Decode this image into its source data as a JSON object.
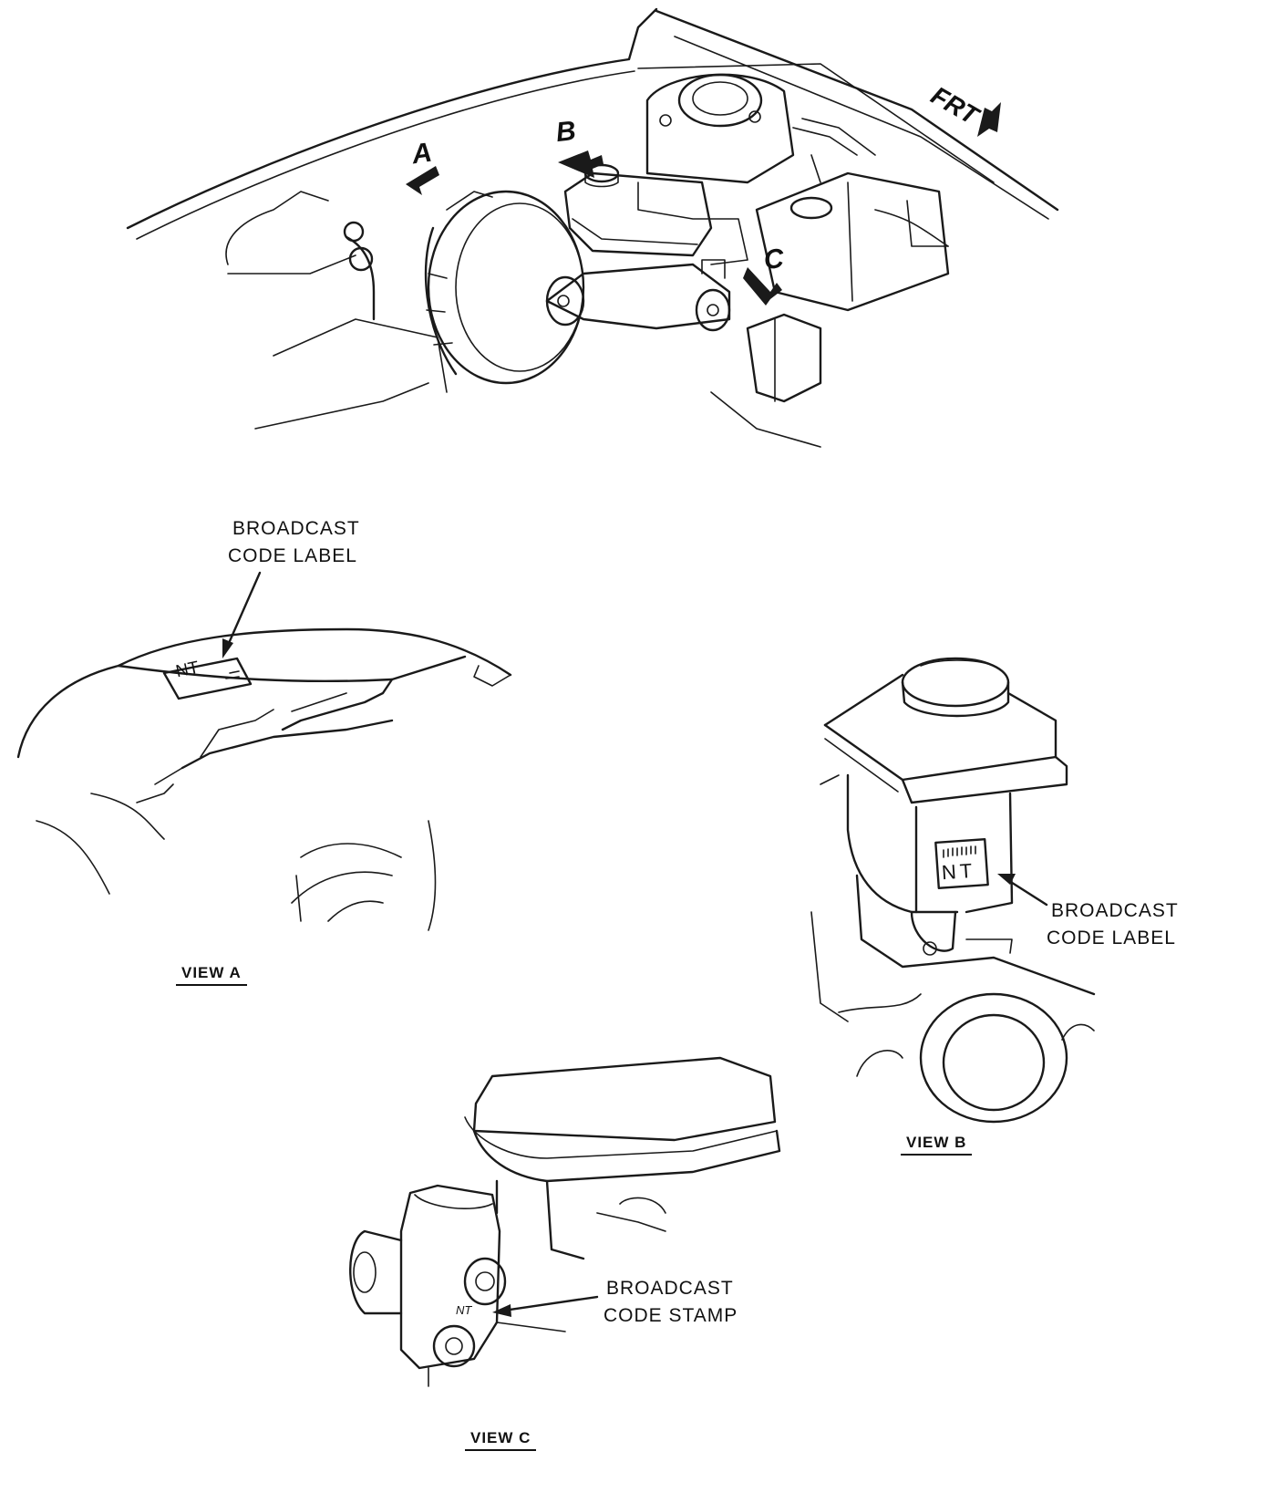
{
  "overview": {
    "callouts": {
      "a": "A",
      "b": "B",
      "c": "C"
    },
    "front_label": "FRT"
  },
  "view_a": {
    "caption": "VIEW A",
    "label_line1": "BROADCAST",
    "label_line2": "CODE LABEL",
    "tag_text": "NT"
  },
  "view_b": {
    "caption": "VIEW B",
    "label_line1": "BROADCAST",
    "label_line2": "CODE LABEL",
    "tag_text": "NT"
  },
  "view_c": {
    "caption": "VIEW C",
    "label_line1": "BROADCAST",
    "label_line2": "CODE STAMP",
    "stamp_text": "NT"
  }
}
